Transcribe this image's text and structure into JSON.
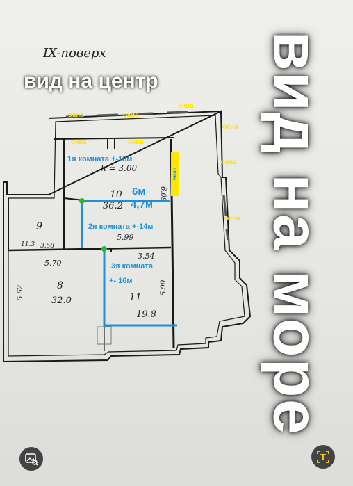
{
  "handwritten": {
    "floor": "IX-поверх",
    "room10_number": "10",
    "room10_area": "36.2",
    "height": "h = 3.00",
    "room9_number": "9",
    "room9_dim1": "11.3",
    "room9_dim2": "3.58",
    "room8_number": "8",
    "room8_area": "32.0",
    "room11_number": "11",
    "room11_area": "19.8",
    "dim_599": "5.99",
    "dim_570": "5.70",
    "dim_354": "3.54",
    "dim_562": "5.62",
    "dim_590": "5.90",
    "dim_609": "6.09"
  },
  "overlay": {
    "view_center": "вид на центр",
    "view_sea": "вид на море",
    "room1": "1я комната +-18м",
    "room2": "2я комната +-14м",
    "room3_line1": "3я комната",
    "room3_line2": "+- 16м",
    "meas_6": "6м",
    "meas_47": "4,7м",
    "window_label": "окна",
    "wall_label": "окна"
  },
  "icons": {
    "left": "image-search-icon",
    "right": "text-scan-icon"
  },
  "colors": {
    "blue": "#1e90d8",
    "yellow": "#ffe600",
    "green": "#2eb82e"
  }
}
